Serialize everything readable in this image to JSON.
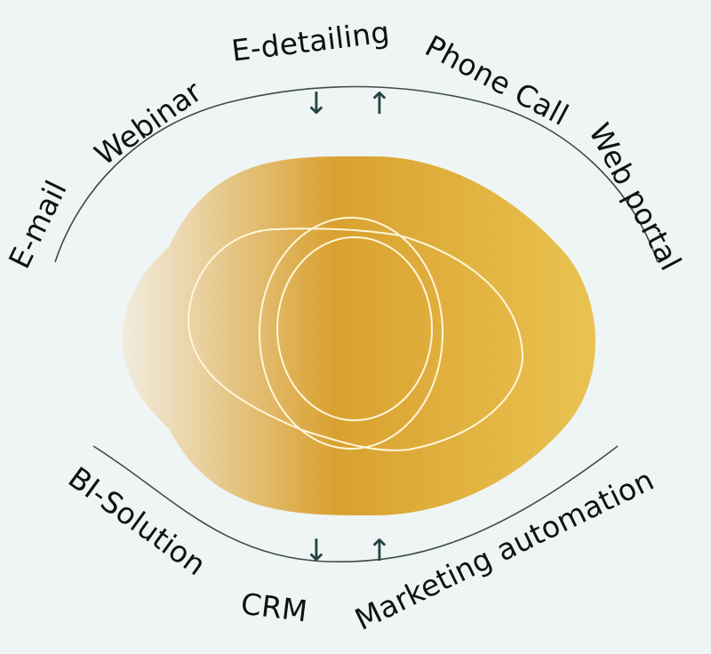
{
  "colors": {
    "background": "#eef5f4",
    "curve": "#3d4d49",
    "text": "#111111",
    "arrow": "#24443f",
    "blob_light": "#f2ece0",
    "blob_mid": "#d9a130",
    "blob_right": "#e9c350",
    "ring": "#fff6dc"
  },
  "top_channels": {
    "email": "E-mail",
    "webinar": "Webinar",
    "edetailing": "E-detailing",
    "phone_call": "Phone Call",
    "web_portal": "Web portal"
  },
  "bottom_systems": {
    "bi_solution": "BI-Solution",
    "crm": "CRM",
    "marketing_automation": "Marketing automation"
  },
  "arrows": {
    "top_down": "↓",
    "top_up": "↑",
    "bottom_down": "↓",
    "bottom_up": "↑"
  }
}
